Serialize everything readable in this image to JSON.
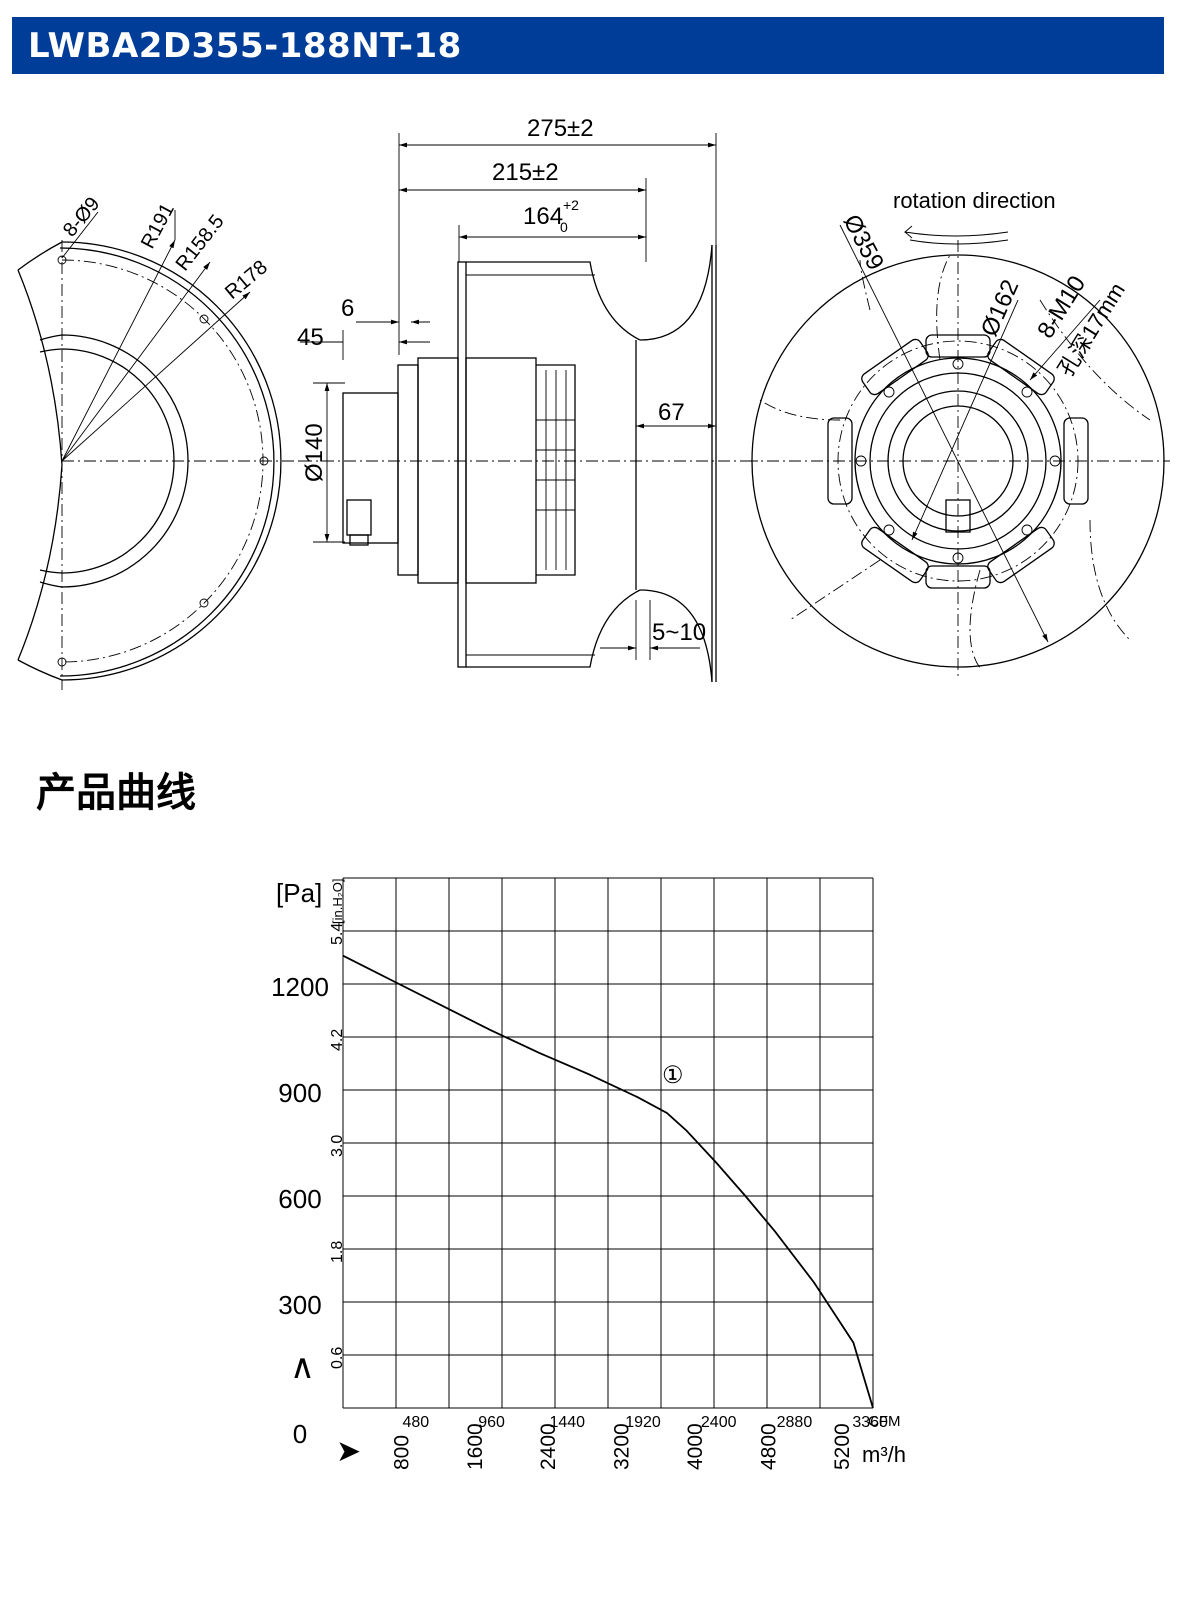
{
  "header": {
    "title": "LWBA2D355-188NT-18"
  },
  "drawing": {
    "dim_275": "275±2",
    "dim_215": "215±2",
    "dim_164": "164",
    "dim_164_tol_upper": "+2",
    "dim_164_tol_lower": "0",
    "dim_6": "6",
    "dim_45": "45",
    "dim_140": "Ø140",
    "dim_67": "67",
    "dim_5_10": "5~10",
    "holes_left": "8-Ø9",
    "r191": "R191",
    "r158": "R158.5",
    "r178": "R178",
    "rotation": "rotation direction",
    "d359": "Ø359",
    "d162": "Ø162",
    "m10": "8-M10",
    "depth": "孔深17mm"
  },
  "section": {
    "heading": "产品曲线"
  },
  "chart_data": {
    "type": "line",
    "y_unit_left": "[Pa]",
    "y_unit_right": "[in.H₂O]",
    "y_ticks_pa": [
      "0",
      "300",
      "600",
      "900",
      "1200"
    ],
    "y_ticks_inh2o": [
      "0.6",
      "1.8",
      "3.0",
      "4.2",
      "5.4"
    ],
    "x_ticks_cfm": [
      "480",
      "960",
      "1440",
      "1920",
      "2400",
      "2880",
      "3360"
    ],
    "x_unit_cfm": "CFM",
    "x_ticks_m3h": [
      "800",
      "1600",
      "2400",
      "3200",
      "4000",
      "4800",
      "5200"
    ],
    "x_unit_m3h": "m³/h",
    "ylim": [
      0,
      1500
    ],
    "xlim_m3h": [
      0,
      5400
    ],
    "series": [
      {
        "name": "①",
        "x": [
          0,
          500,
          1000,
          1500,
          2000,
          2500,
          3000,
          3300,
          3500,
          3800,
          4100,
          4400,
          4800,
          5200,
          5400
        ],
        "y": [
          1280,
          1210,
          1140,
          1070,
          1005,
          945,
          880,
          835,
          785,
          695,
          600,
          500,
          355,
          185,
          0
        ]
      }
    ]
  }
}
